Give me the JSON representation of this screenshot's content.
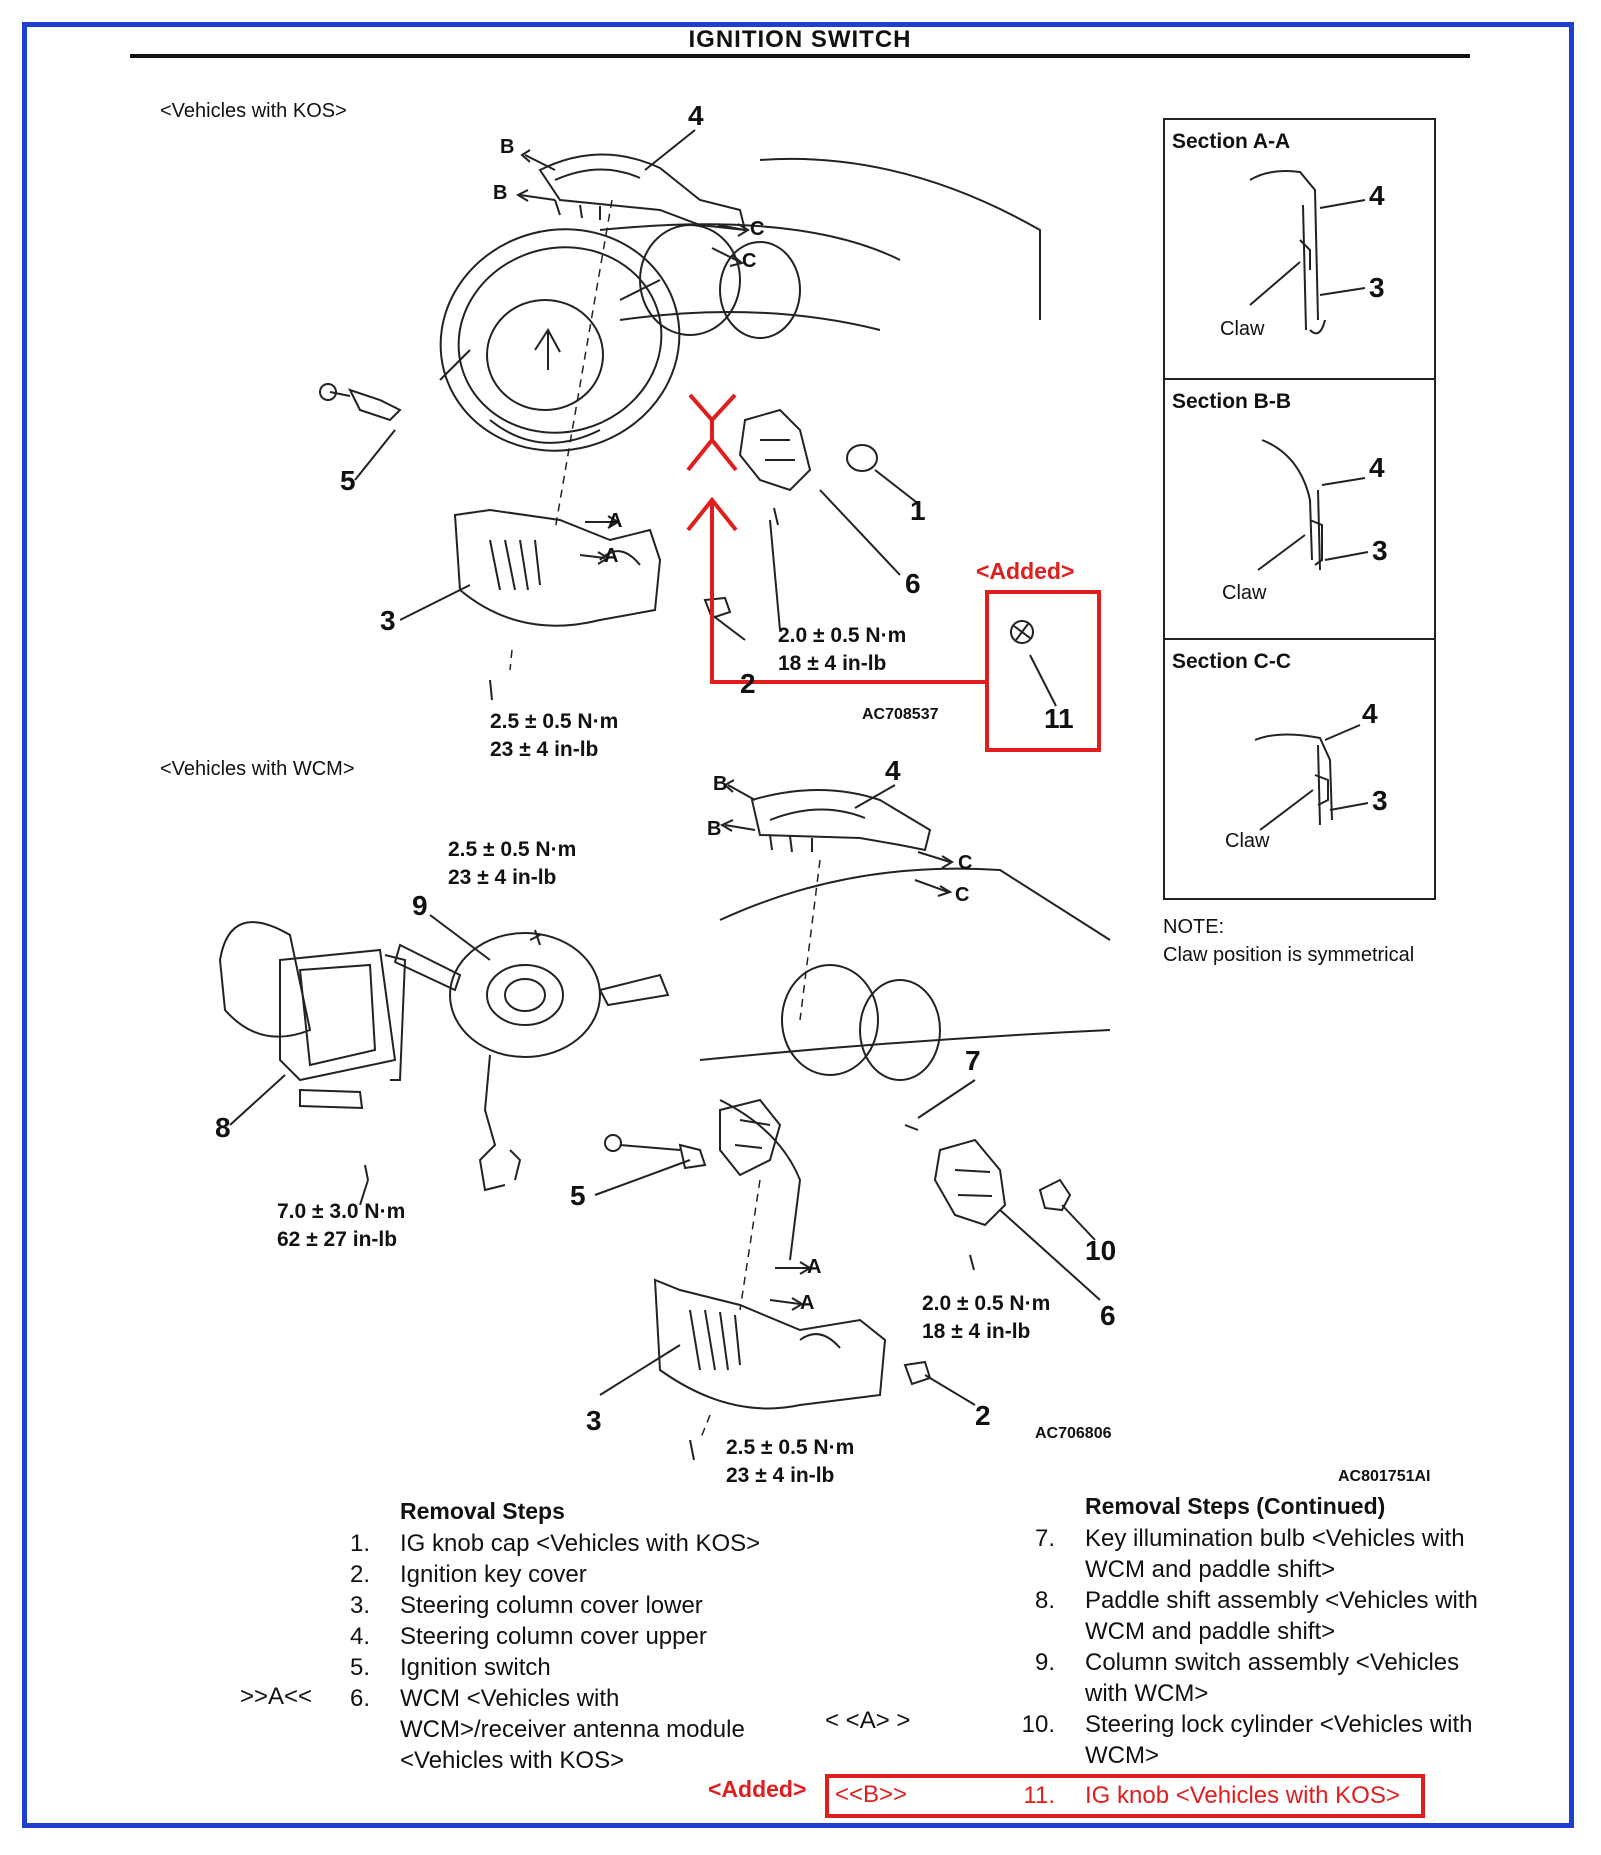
{
  "page": {
    "title": "IGNITION SWITCH",
    "kos_label": "<Vehicles with KOS>",
    "wcm_label": "<Vehicles with WCM>"
  },
  "kos": {
    "callouts": [
      "4",
      "5",
      "1",
      "6",
      "3",
      "2",
      "11"
    ],
    "arrows": [
      "B",
      "B",
      "C",
      "C",
      "A",
      "A"
    ],
    "torque_a": [
      "2.0 ± 0.5 N·m",
      "18 ± 4 in-lb"
    ],
    "torque_b": [
      "2.5 ± 0.5 N·m",
      "23 ± 4 in-lb"
    ],
    "code": "AC708537",
    "added": "<Added>"
  },
  "wcm": {
    "callouts": [
      "4",
      "9",
      "8",
      "7",
      "5",
      "10",
      "6",
      "3",
      "2"
    ],
    "arrows": [
      "B",
      "B",
      "C",
      "C",
      "A",
      "A"
    ],
    "torque_a": [
      "2.5 ± 0.5 N·m",
      "23 ± 4 in-lb"
    ],
    "torque_b": [
      "7.0 ± 3.0 N·m",
      "62 ± 27 in-lb"
    ],
    "torque_c": [
      "2.0 ± 0.5 N·m",
      "18 ± 4 in-lb"
    ],
    "torque_d": [
      "2.5 ± 0.5 N·m",
      "23 ± 4 in-lb"
    ],
    "code": "AC706806"
  },
  "sections": [
    {
      "title": "Section A-A",
      "upper": "4",
      "lower": "3",
      "claw": "Claw"
    },
    {
      "title": "Section B-B",
      "upper": "4",
      "lower": "3",
      "claw": "Claw"
    },
    {
      "title": "Section C-C",
      "upper": "4",
      "lower": "3",
      "claw": "Claw"
    }
  ],
  "note": {
    "heading": "NOTE:",
    "text": "Claw position is symmetrical"
  },
  "figure_code": "AC801751AI",
  "removal": {
    "heading": "Removal Steps",
    "heading_cont": "Removal Steps (Continued)",
    "marker_a_left": ">>A<<",
    "marker_a_right": "< <A> >",
    "marker_b": "<<B>>",
    "added": "<Added>",
    "steps": [
      {
        "num": "1.",
        "label": "IG knob cap <Vehicles with KOS>"
      },
      {
        "num": "2.",
        "label": "Ignition key cover"
      },
      {
        "num": "3.",
        "label": "Steering column cover lower"
      },
      {
        "num": "4.",
        "label": "Steering column cover upper"
      },
      {
        "num": "5.",
        "label": "Ignition switch"
      },
      {
        "num": "6.",
        "label": "WCM <Vehicles with WCM>/receiver antenna module <Vehicles with KOS>"
      },
      {
        "num": "7.",
        "label": "Key illumination bulb <Vehicles with WCM and paddle shift>"
      },
      {
        "num": "8.",
        "label": "Paddle shift assembly <Vehicles with WCM and paddle shift>"
      },
      {
        "num": "9.",
        "label": "Column switch assembly <Vehicles with WCM>"
      },
      {
        "num": "10.",
        "label": "Steering lock cylinder <Vehicles with WCM>"
      },
      {
        "num": "11.",
        "label": "IG knob <Vehicles with KOS>"
      }
    ]
  },
  "colors": {
    "frame": "#1f3fd0",
    "added": "#e01e1e"
  }
}
